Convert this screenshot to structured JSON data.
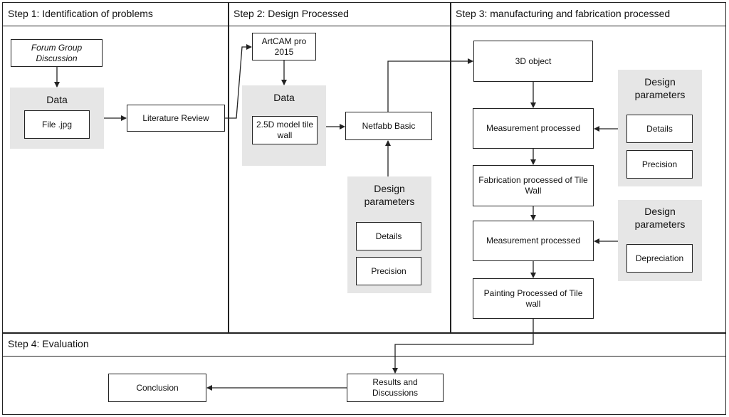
{
  "steps": {
    "step1": "Step 1: Identification of problems",
    "step2": "Step 2:  Design Processed",
    "step3": "Step 3: manufacturing and fabrication processed",
    "step4": "Step 4: Evaluation"
  },
  "step1": {
    "forum": "Forum Group Discussion",
    "data_label": "Data",
    "file": "File .jpg",
    "literature": "Literature Review"
  },
  "step2": {
    "artcam": "ArtCAM pro 2015",
    "data_label": "Data",
    "model": "2.5D model tile wall",
    "netfabb": "Netfabb Basic",
    "params_label": "Design parameters",
    "details": "Details",
    "precision": "Precision"
  },
  "step3": {
    "object3d": "3D object",
    "measure1": "Measurement processed",
    "fabrication": "Fabrication processed of Tile Wall",
    "measure2": "Measurement processed",
    "painting": "Painting Processed of Tile wall",
    "params1_label": "Design parameters",
    "details": "Details",
    "precision": "Precision",
    "params2_label": "Design parameters",
    "depreciation": "Depreciation"
  },
  "step4": {
    "results": "Results and Discussions",
    "conclusion": "Conclusion"
  }
}
